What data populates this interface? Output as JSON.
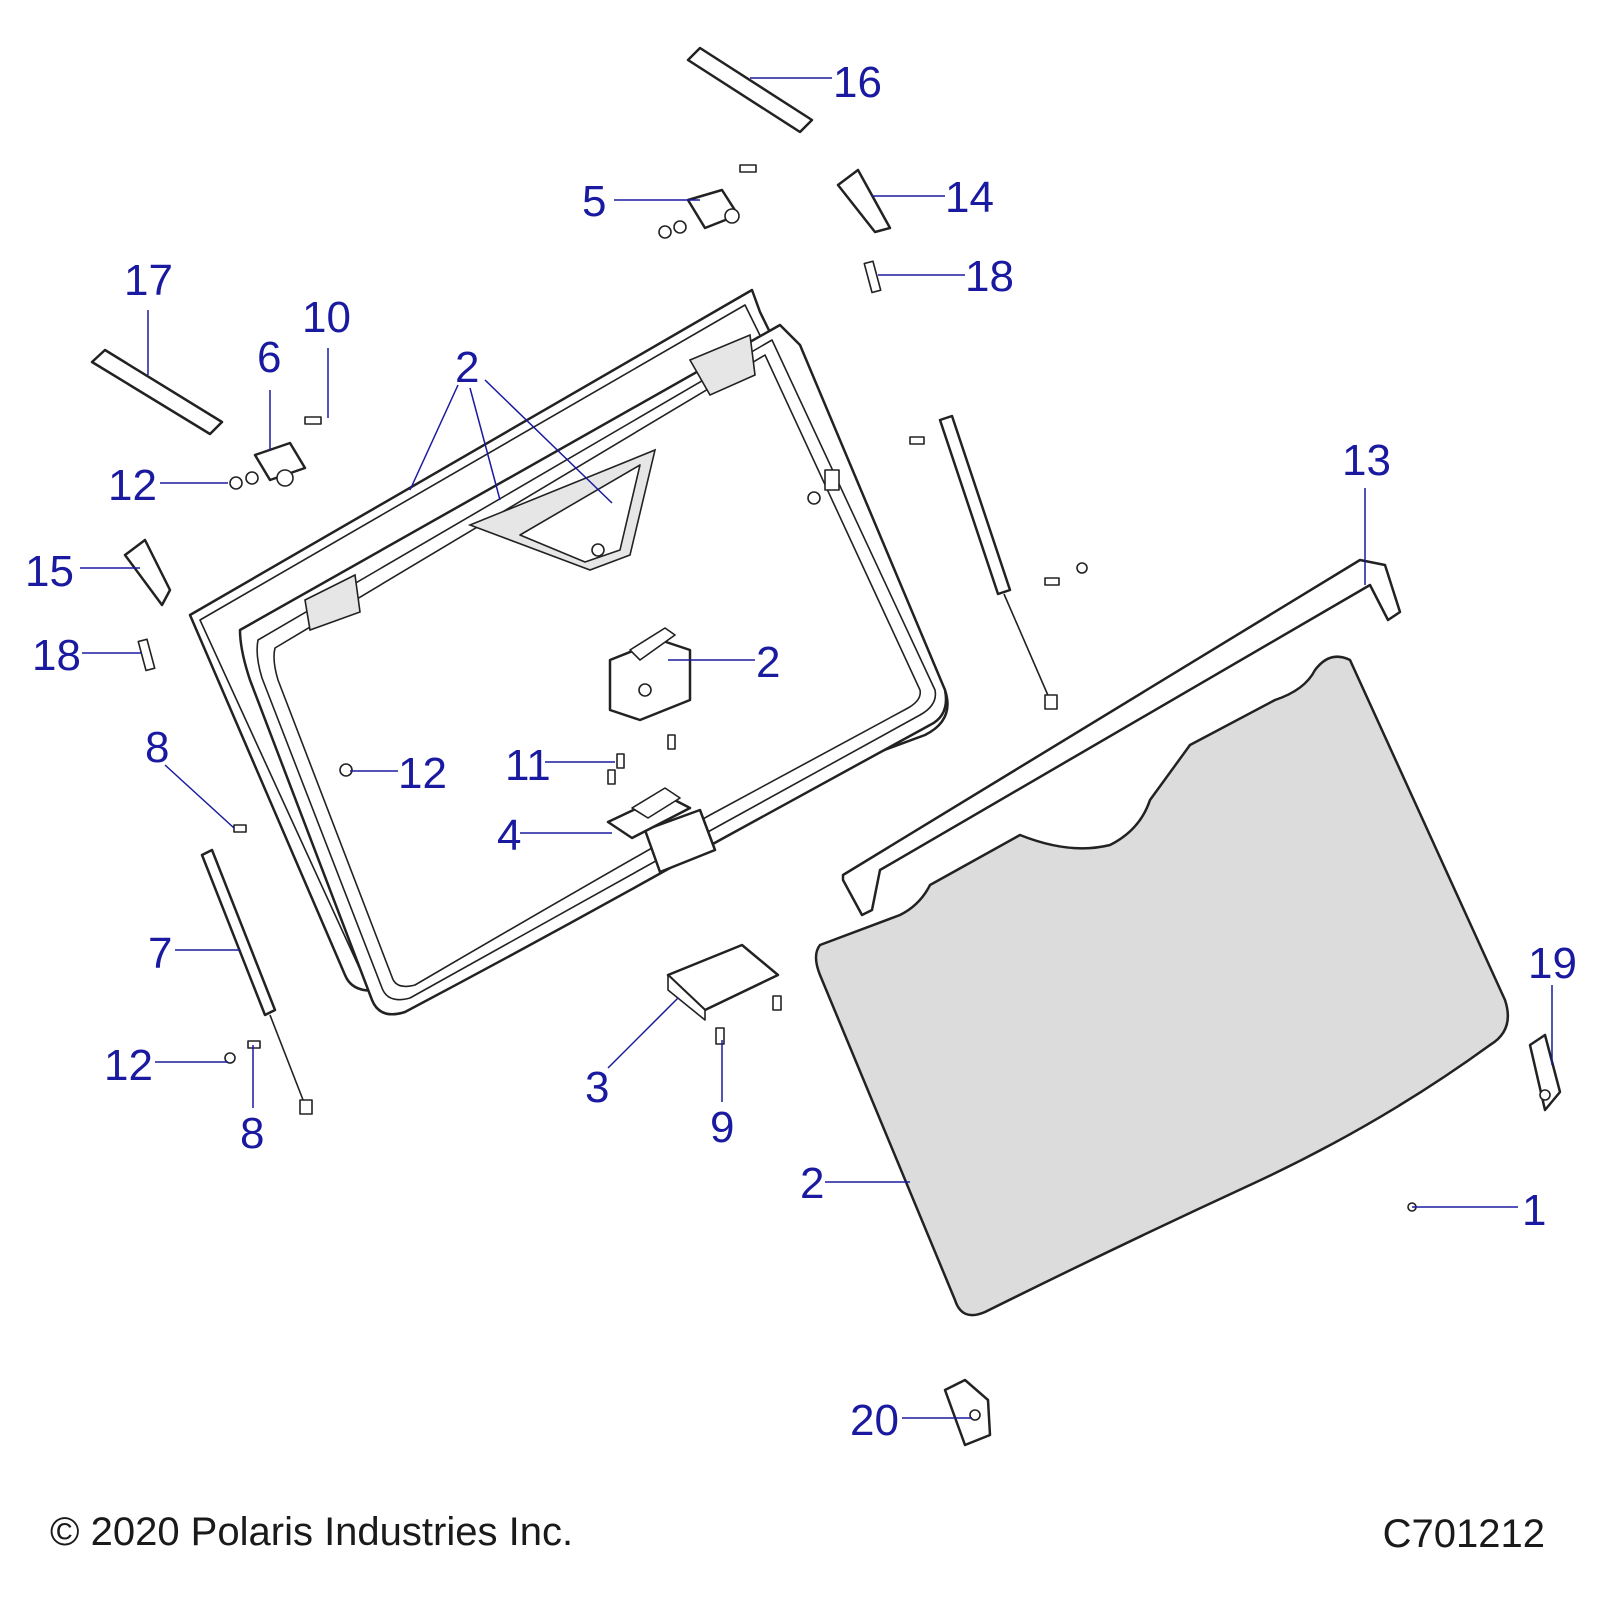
{
  "callouts": {
    "c16": "16",
    "c14": "14",
    "c5": "5",
    "c18a": "18",
    "c17": "17",
    "c10": "10",
    "c6": "6",
    "c2a": "2",
    "c12a": "12",
    "c15": "15",
    "c18b": "18",
    "c13": "13",
    "c2b": "2",
    "c8a": "8",
    "c12b": "12",
    "c11": "11",
    "c4": "4",
    "c7": "7",
    "c19": "19",
    "c12c": "12",
    "c8b": "8",
    "c3": "3",
    "c9": "9",
    "c2c": "2",
    "c1": "1",
    "c20": "20"
  },
  "footer": {
    "copyright": "© 2020 Polaris Industries Inc.",
    "drawing_number": "C701212"
  }
}
